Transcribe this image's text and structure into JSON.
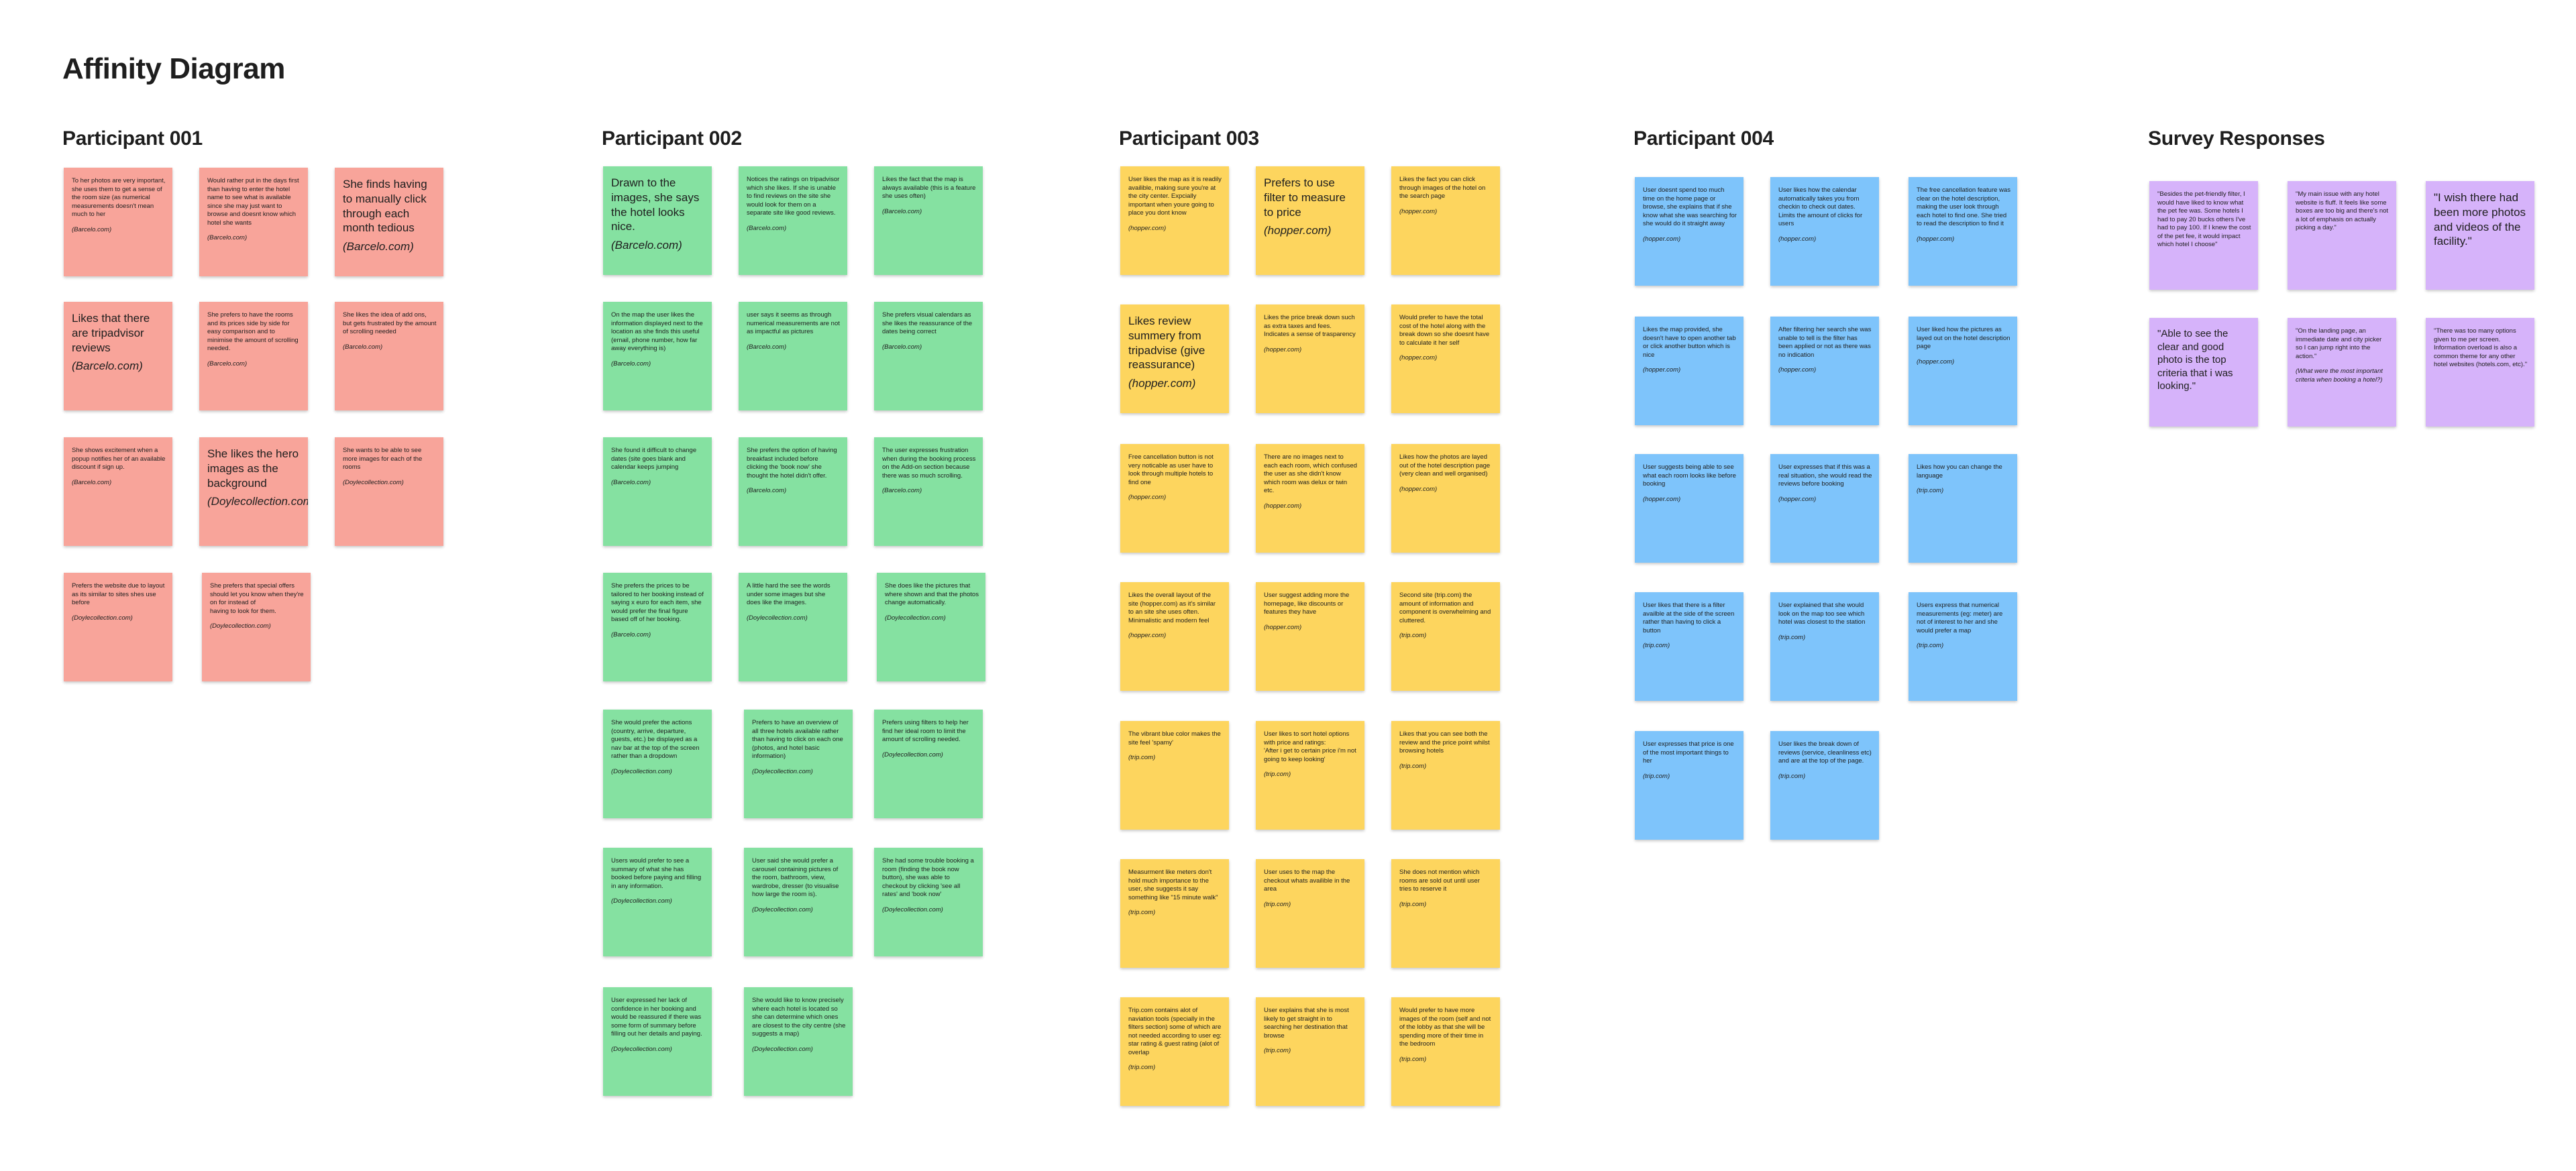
{
  "title": "Affinity Diagram",
  "groups": [
    {
      "title": "Participant 001",
      "color": "red",
      "notes": [
        {
          "text": "To her photos are very important, she uses them to get a sense of the room size (as numerical measurements doesn't mean much to her",
          "source": "(Barcelo.com)"
        },
        {
          "text": "Would rather put in the days first than having to enter the hotel name to see what is available since she may just want to browse and doesnt know which hotel she wants",
          "source": "(Barcelo.com)"
        },
        {
          "text": "She finds having to manually click through each month tedious",
          "source": "(Barcelo.com)",
          "big": true
        },
        {
          "text": "Likes that there are tripadvisor reviews",
          "source": "(Barcelo.com)",
          "big": true
        },
        {
          "text": "She prefers to have the rooms and its prices side by side for easy comparison and to minimise the amount of scrolling needed.",
          "source": "(Barcelo.com)"
        },
        {
          "text": "She likes the idea of add ons, but gets frustrated by the amount of scrolling needed",
          "source": "(Barcelo.com)"
        },
        {
          "text": "She shows excitement when a popup notifies her of an available discount if sign up.",
          "source": "(Barcelo.com)"
        },
        {
          "text": "She likes the hero images as the background",
          "source": "(Doylecollection.com)",
          "big": true
        },
        {
          "text": "She wants to be able to see more images for each of the rooms",
          "source": "(Doylecollection.com)"
        },
        {
          "text": "Prefers the website due to layout as its similar to sites shes use before",
          "source": "(Doylecollection.com)"
        },
        {
          "text": "She prefers that special offers should let you know when they're on for instead of\nhaving to look for them.",
          "source": "(Doylecollection.com)"
        }
      ]
    },
    {
      "title": "Participant 002",
      "color": "green",
      "notes": [
        {
          "text": "Drawn to the images, she says the hotel looks nice.",
          "source": "(Barcelo.com)",
          "big": true
        },
        {
          "text": "Notices the ratings on tripadvisor which she likes. If she is unable to find reviews on the site she would look for them on a separate site like good reviews.",
          "source": "(Barcelo.com)"
        },
        {
          "text": "Likes the fact that the map is always available (this is a feature she uses often)",
          "source": "(Barcelo.com)"
        },
        {
          "text": "On the map the user likes the information displayed next to the location as she finds this useful (email, phone number, how far away everything is)",
          "source": "(Barcelo.com)"
        },
        {
          "text": "user says it seems as through numerical measurements are not as impactful as pictures",
          "source": "(Barcelo.com)"
        },
        {
          "text": "She prefers visual calendars as she likes the reassurance of the dates being correct",
          "source": "(Barcelo.com)"
        },
        {
          "text": "She found it difficult to change dates (site goes blank and calendar keeps jumping",
          "source": "(Barcelo.com)"
        },
        {
          "text": "She prefers the option of having breakfast included before clicking the 'book now' she thought the hotel didn't offer.",
          "source": "(Barcelo.com)"
        },
        {
          "text": "The user expresses frustration when during the booking process on the Add-on section because there was so much scrolling.",
          "source": "(Barcelo.com)"
        },
        {
          "text": "She prefers the prices to be tailored to her booking instead of saying x euro for each item, she would prefer the final figure based off of her booking.",
          "source": "(Barcelo.com)"
        },
        {
          "text": "A little hard the see the words under some images but she does like the images.",
          "source": "(Doylecollection.com)"
        },
        {
          "text": "She does like the pictures that where shown and that the photos change automatically.",
          "source": "(Doylecollection.com)"
        },
        {
          "text": "She would prefer the actions (country, arrive, departure, guests, etc.) be displayed as a nav bar at the top of the screen rather than a dropdown",
          "source": "(Doylecollection.com)"
        },
        {
          "text": "Prefers to have an overview of all three hotels available rather than having to click on each one (photos, and hotel basic information)",
          "source": "(Doylecollection.com)"
        },
        {
          "text": "Prefers using filters to help her find her ideal room to limit the amount of scrolling needed.",
          "source": "(Doylecollection.com)"
        },
        {
          "text": "Users would prefer to see a summary of what she has booked before paying and filling in any information.",
          "source": "(Doylecollection.com)"
        },
        {
          "text": "User said she would prefer a carousel containing pictures of the room, bathroom, view, wardrobe, dresser (to visualise how large the room is).",
          "source": "(Doylecollection.com)"
        },
        {
          "text": "She had some trouble booking a room (finding the book now button), she was able to checkout by clicking 'see all rates' and 'book now'",
          "source": "(Doylecollection.com)"
        },
        {
          "text": "User expressed her lack of confidence in her booking and would be reassured if there was some form of summary before filling out her details and paying.",
          "source": "(Doylecollection.com)"
        },
        {
          "text": "She would like to know precisely where each hotel is located so she can determine which ones are closest to the city centre (she suggests a map)",
          "source": "(Doylecollection.com)"
        }
      ]
    },
    {
      "title": "Participant 003",
      "color": "yellow",
      "notes": [
        {
          "text": "User likes the map as it is readily availible, making sure you're at the city center. Expcially important when youre going to place you dont know",
          "source": "(hopper.com)"
        },
        {
          "text": "Prefers to use filter to measure to price",
          "source": "(hopper.com)",
          "big": true
        },
        {
          "text": "Likes the fact you can click through images of the hotel on the search page",
          "source": "(hopper.com)"
        },
        {
          "text": "Likes review summery from tripadvise (give reassurance)",
          "source": "(hopper.com)",
          "big": true
        },
        {
          "text": "Likes the price break down such as extra taxes and fees. Indicates a sense of trasparency",
          "source": "(hopper.com)"
        },
        {
          "text": "Would prefer to have the total cost of the hotel along with the break down so she doesnt have to calculate it her self",
          "source": "(hopper.com)"
        },
        {
          "text": "Free cancellation button is not very noticable as user have to look through multiple hotels to find one",
          "source": "(hopper.com)"
        },
        {
          "text": "There are no images next to each each room, which confused the user as she didn't know which room was delux or twin etc.",
          "source": "(hopper.com)"
        },
        {
          "text": "Likes how the photos are layed out of the hotel description page (very clean and well organised)",
          "source": "(hopper.com)"
        },
        {
          "text": "Likes the overall layout of the site (hopper.com) as it's similar to an site she uses often.\nMinimalistic and modern feel",
          "source": "(hopper.com)"
        },
        {
          "text": "User suggest adding more the homepage, like discounts or features they have",
          "source": "(hopper.com)"
        },
        {
          "text": "Second site (trip.com) the amount of information and component is overwhelming and cluttered.",
          "source": "(trip.com)"
        },
        {
          "text": "The vibrant blue color makes the site feel 'spamy'",
          "source": "(trip.com)"
        },
        {
          "text": "User likes to sort hotel options with price and ratings:\n'After i get to certain price i'm not going to keep looking'",
          "source": "(trip.com)"
        },
        {
          "text": "Likes that you can see both the review and the price point whilst browsing hotels",
          "source": "(trip.com)"
        },
        {
          "text": "Measurment like meters don't hold much importance to the user, she suggests it say something like \"15 minute walk\"",
          "source": "(trip.com)"
        },
        {
          "text": "User uses to the map the checkout whats availible in the area",
          "source": "(trip.com)"
        },
        {
          "text": "She does not mention which rooms are sold out until user tries to reserve it",
          "source": "(trip.com)"
        },
        {
          "text": "Trip.com contains alot of naviation tools (specially in the filters section) some of which are not needed according to user eg: star rating & guest rating (alot of overlap",
          "source": "(trip.com)"
        },
        {
          "text": "User explains that she is most likely to get straight in to searching her destination that browse",
          "source": "(trip.com)"
        },
        {
          "text": "Would prefer to have more images of the room (self and not of the lobby as that she will be spending more of their time in the bedroom",
          "source": "(trip.com)"
        }
      ]
    },
    {
      "title": "Participant 004",
      "color": "blue",
      "notes": [
        {
          "text": "User doesnt spend too much time on the home page or browse, she explains that if she know what she was searching for she would do it straight away",
          "source": "(hopper.com)"
        },
        {
          "text": "User likes how the calendar automatically takes you from checkin to check out dates. Limits the amount of clicks for users",
          "source": "(hopper.com)"
        },
        {
          "text": "The free cancellation feature was clear on the hotel description, making the user look through each hotel to find one. She tried to read the description to find it",
          "source": "(hopper.com)"
        },
        {
          "text": "Likes the map provided, she doesn't have to open another tab or click another button which is nice",
          "source": "(hopper.com)"
        },
        {
          "text": "After filtering her search she was unable to tell is the filter has been applied or not as there was no indication",
          "source": "(hopper.com)"
        },
        {
          "text": "User liked how the pictures as layed out on the hotel description page",
          "source": "(hopper.com)"
        },
        {
          "text": "User suggests being able to see what each room looks like before booking",
          "source": "(hopper.com)"
        },
        {
          "text": "User expresses that if this was a real situation, she would read the reviews before booking",
          "source": "(hopper.com)"
        },
        {
          "text": "Likes how you can change the language",
          "source": "(trip.com)"
        },
        {
          "text": "User likes that there is a filter availble at the side of the screen rather than having to click a button",
          "source": "(trip.com)"
        },
        {
          "text": "User explained that she would look on the map too see which hotel was closest to the station",
          "source": "(trip.com)"
        },
        {
          "text": "Users express that numerical measurements (eg: meter) are not of interest to her and she would prefer a map",
          "source": "(trip.com)"
        },
        {
          "text": "User expresses that price is one of the most important things to her",
          "source": "(trip.com)"
        },
        {
          "text": "User likes the break down of reviews (service, cleanliness etc) and are at the top of the page.",
          "source": "(trip.com)"
        }
      ]
    },
    {
      "title": "Survey Responses",
      "color": "purple",
      "notes": [
        {
          "text": "\"Besides the pet-friendly filter, I would have liked to know what the pet fee was. Some hotels I had to pay 20 bucks others I've had to pay 100. If I knew the cost of the pet fee, it would impact which hotel I choose\"",
          "source": ""
        },
        {
          "text": "\"My main issue with any hotel website is fluff. It feels like some boxes are too big and there's not a lot of emphasis on actually picking a day.\"",
          "source": ""
        },
        {
          "text": "\"I wish there had been more photos and videos of the facility.\"",
          "source": "",
          "big": true
        },
        {
          "text": "\"Able to see the clear and good photo is the top criteria that i was looking.\"",
          "source": "",
          "big2": true
        },
        {
          "text": "\"On the landing page, an immediate date and city picker so I can jump right into the action.\"",
          "source": "(What were the most important criteria when booking a hotel?)"
        },
        {
          "text": "\"There was too many options given to me per screen. Information overload is also a common theme for any other hotel websites (hotels.com, etc).\"",
          "source": ""
        }
      ]
    }
  ]
}
